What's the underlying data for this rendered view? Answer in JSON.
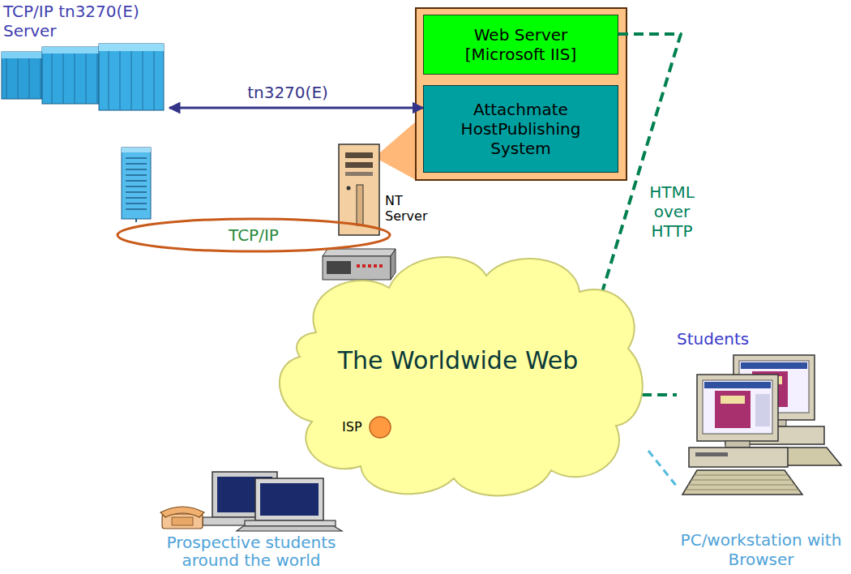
{
  "diagram": {
    "nodes": [
      {
        "text": [
          "TCP/IP tn3270(E) Server"
        ]
      },
      {
        "text": [
          "Web Server [Microsoft IIS]"
        ]
      },
      {
        "text": [
          "Attachmate HostPublishing System"
        ]
      },
      {
        "text": [
          "NT Server"
        ]
      },
      {
        "text": [
          "TCP/IP"
        ]
      },
      {
        "text": [
          "The Worldwide Web"
        ]
      },
      {
        "text": [
          "ISP"
        ]
      },
      {
        "text": [
          "Students",
          "PC/workstation with Browser"
        ]
      },
      {
        "text": [
          "Prospective students around the world"
        ]
      }
    ],
    "edges": [
      {
        "from": 0,
        "to": 2,
        "arrow": "both",
        "label": "tn3270(E)"
      },
      {
        "from": 1,
        "to": 7,
        "arrow": "none",
        "label": "HTML over HTTP"
      },
      {
        "from": 5,
        "to": 7,
        "arrow": "none"
      },
      {
        "from": 6,
        "to": 8,
        "arrow": "none"
      }
    ]
  }
}
